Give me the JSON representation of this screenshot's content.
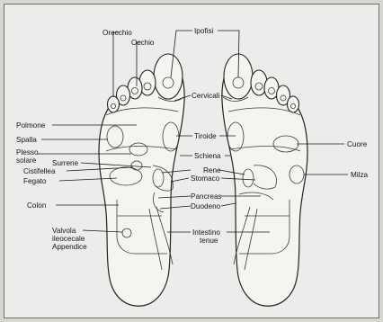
{
  "diagram": {
    "labels": {
      "orecchio": "Orecchio",
      "occhio": "Occhio",
      "ipofisi": "Ipofisi",
      "cervicali": "Cervicali",
      "polmone": "Polmone",
      "spalla": "Spalla",
      "plesso_1": "Plesso",
      "plesso_2": "solare",
      "tiroide": "Tiroide",
      "schiena": "Schiena",
      "cuore": "Cuore",
      "surrene": "Surrene",
      "cistifellea": "Cistifellea",
      "fegato": "Fegato",
      "rene": "Rene",
      "stomaco": "Stomaco",
      "milza": "Milza",
      "colon": "Colon",
      "pancreas": "Pancreas",
      "duodeno": "Duodeno",
      "valvola_1": "Valvola",
      "valvola_2": "ileocecale",
      "valvola_3": "Appendice",
      "intestino_1": "Intestino",
      "intestino_2": "tenue"
    }
  }
}
